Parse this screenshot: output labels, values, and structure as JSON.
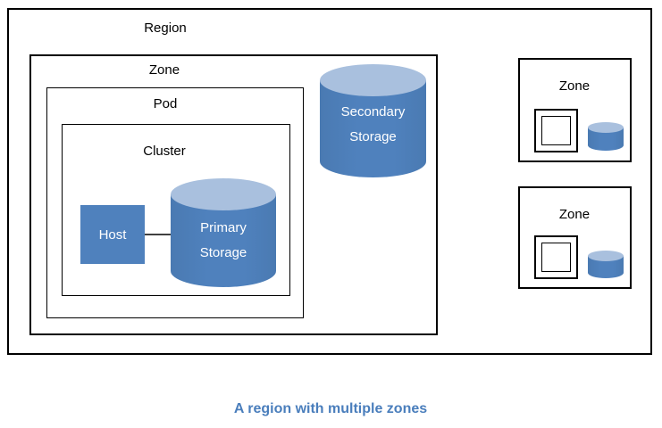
{
  "colors": {
    "shape_blue": "#4f81bd",
    "cylinder_top": "#a9c0de",
    "caption_blue": "#4a7ebc",
    "connector_gray": "#404040",
    "border_black": "#000000"
  },
  "diagram": {
    "region_label": "Region",
    "zone_label": "Zone",
    "pod_label": "Pod",
    "cluster_label": "Cluster",
    "host_label": "Host",
    "primary_storage": {
      "line1": "Primary",
      "line2": "Storage"
    },
    "secondary_storage": {
      "line1": "Secondary",
      "line2": "Storage"
    },
    "right_zones": [
      {
        "label": "Zone"
      },
      {
        "label": "Zone"
      }
    ],
    "caption": "A region with multiple zones"
  }
}
